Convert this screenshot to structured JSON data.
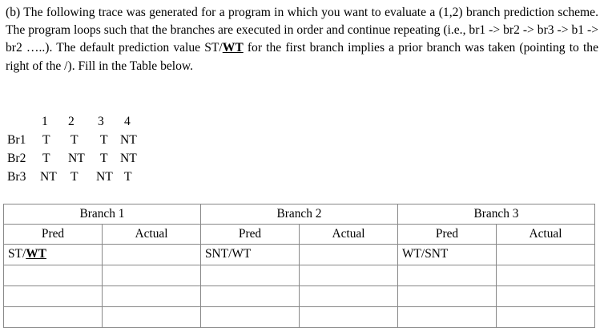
{
  "question": {
    "label": "(b)",
    "text_part_1": "The following trace was generated for a program in which you want to evaluate a (1,2) branch prediction scheme.  The program loops such that the branches are executed in order and continue repeating (i.e., br1 -> br2 -> br3 -> b1 -> br2 …..).  The default prediction value ST/",
    "emphasis": "WT",
    "text_part_2": " for the first branch implies a prior branch was taken (pointing to the right of the /).  Fill in the Table below."
  },
  "trace": {
    "column_headers": [
      "1",
      "2",
      "3",
      "4"
    ],
    "rows": [
      {
        "label": "Br1",
        "values": [
          "T",
          "T",
          "T",
          "NT"
        ]
      },
      {
        "label": "Br2",
        "values": [
          "T",
          "NT",
          "T",
          "NT"
        ]
      },
      {
        "label": "Br3",
        "values": [
          "NT",
          "T",
          "NT",
          "T"
        ]
      }
    ]
  },
  "answer_table": {
    "branch_headers": [
      "Branch 1",
      "Branch 2",
      "Branch 3"
    ],
    "sub_headers": [
      "Pred",
      "Actual",
      "Pred",
      "Actual",
      "Pred",
      "Actual"
    ],
    "rows": [
      {
        "branch1_pred_prefix": "ST/",
        "branch1_pred_emphasis": "WT",
        "branch1_actual": "",
        "branch2_pred": "SNT/WT",
        "branch2_actual": "",
        "branch3_pred": "WT/SNT",
        "branch3_actual": ""
      },
      {
        "branch1_pred": "",
        "branch1_actual": "",
        "branch2_pred": "",
        "branch2_actual": "",
        "branch3_pred": "",
        "branch3_actual": ""
      },
      {
        "branch1_pred": "",
        "branch1_actual": "",
        "branch2_pred": "",
        "branch2_actual": "",
        "branch3_pred": "",
        "branch3_actual": ""
      },
      {
        "branch1_pred": "",
        "branch1_actual": "",
        "branch2_pred": "",
        "branch2_actual": "",
        "branch3_pred": "",
        "branch3_actual": ""
      }
    ]
  },
  "colors": {
    "text": "#000000",
    "background": "#ffffff",
    "table_border": "#888888"
  }
}
